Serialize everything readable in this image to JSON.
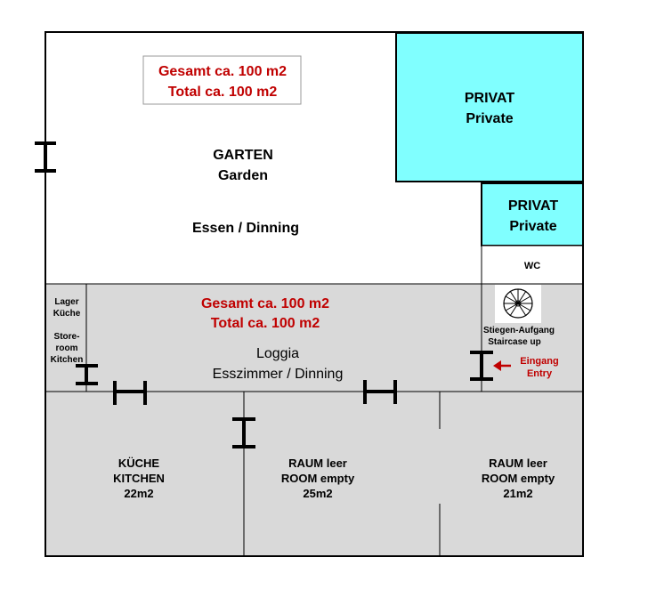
{
  "garden": {
    "total_de": "Gesamt ca. 100 m2",
    "total_en": "Total ca. 100 m2",
    "name_de": "GARTEN",
    "name_en": "Garden",
    "use": "Essen / Dinning"
  },
  "private_large": {
    "de": "PRIVAT",
    "en": "Private"
  },
  "private_small": {
    "de": "PRIVAT",
    "en": "Private"
  },
  "wc": "WC",
  "loggia": {
    "total_de": "Gesamt ca. 100 m2",
    "total_en": "Total ca. 100 m2",
    "name": "Loggia",
    "use": "Esszimmer / Dinning"
  },
  "storeroom": {
    "line1": "Lager",
    "line2": "Küche",
    "line3": "Store-",
    "line4": "room",
    "line5": "Kitchen"
  },
  "staircase": {
    "de": "Stiegen-Aufgang",
    "en": "Staircase up",
    "icon": "spiral-staircase-icon"
  },
  "entry": {
    "de": "Eingang",
    "en": "Entry",
    "icon": "arrow-left-icon"
  },
  "kitchen": {
    "de": "KÜCHE",
    "en": "KITCHEN",
    "area": "22m2"
  },
  "room1": {
    "de": "RAUM leer",
    "en": "ROOM empty",
    "area": "25m2"
  },
  "room2": {
    "de": "RAUM leer",
    "en": "ROOM empty",
    "area": "21m2"
  },
  "colors": {
    "private_fill": "#80ffff",
    "indoor_fill": "#d9d9d9",
    "total_text": "#c00000",
    "entry_arrow": "#c00000"
  }
}
